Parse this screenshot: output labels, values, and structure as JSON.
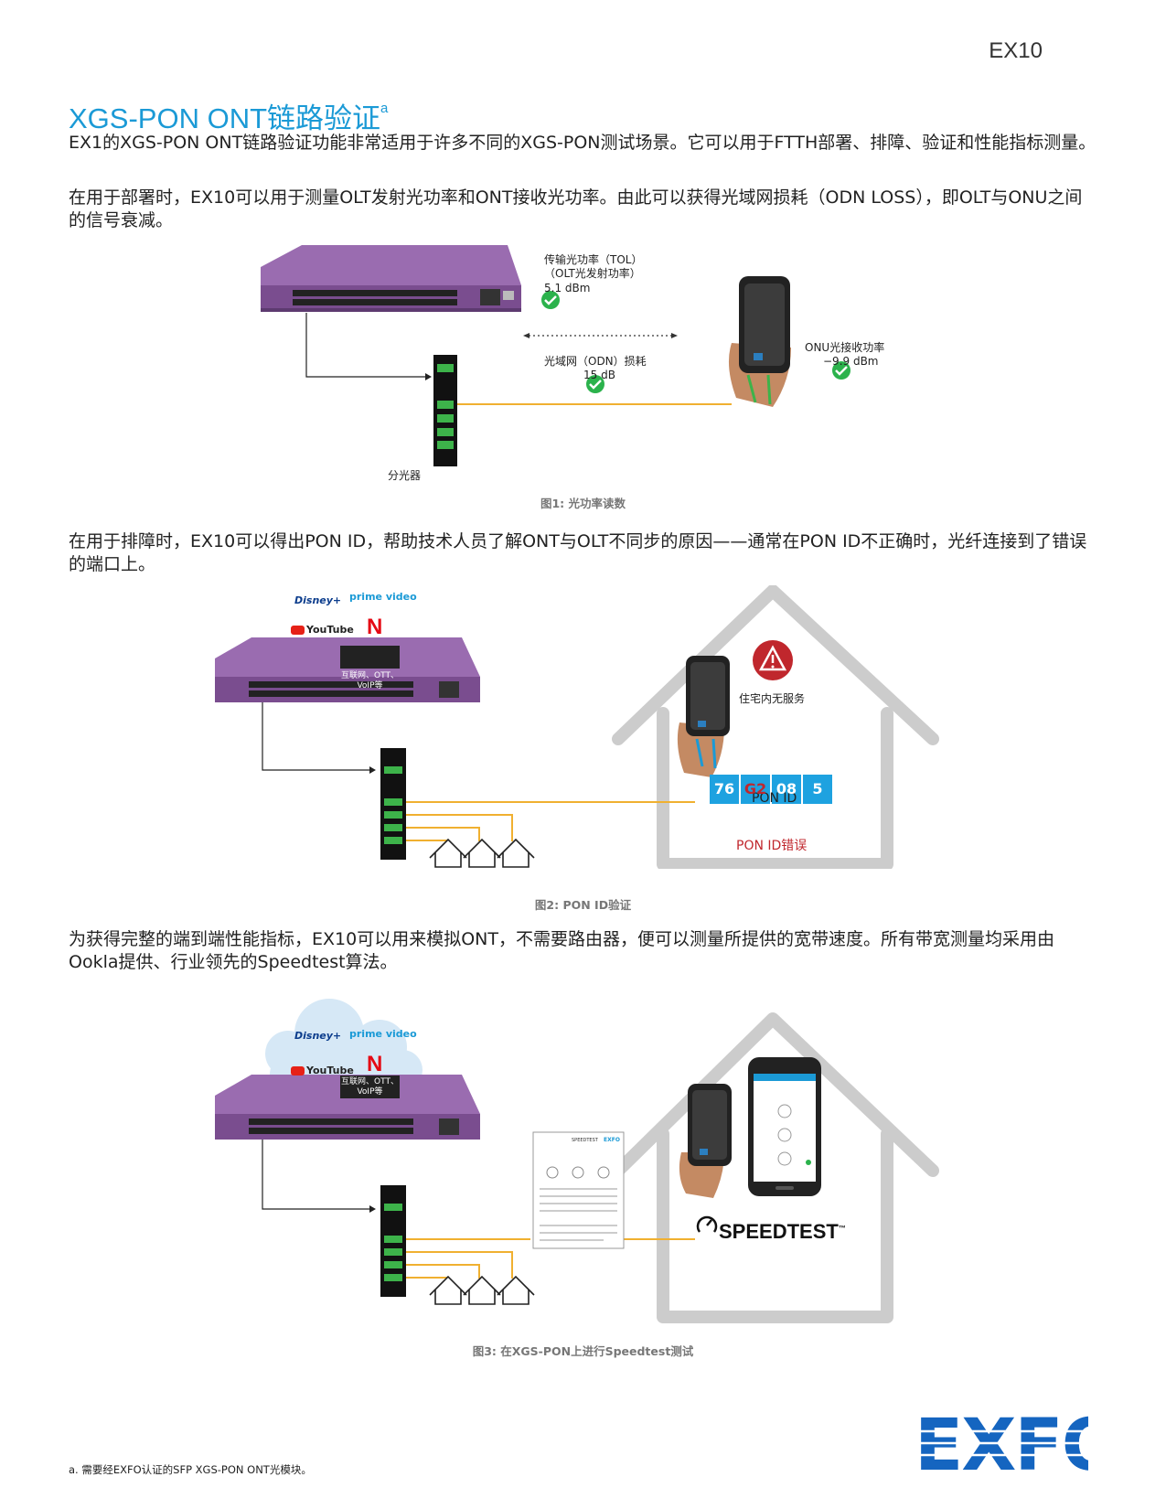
{
  "header": {
    "product": "EX10"
  },
  "section": {
    "title": "XGS-PON ONT链路验证",
    "title_sup": "a",
    "paragraphs": [
      "EX1的XGS-PON ONT链路验证功能非常适用于许多不同的XGS-PON测试场景。它可以用于FTTH部署、排障、验证和性能指标测量。",
      "在用于部署时，EX10可以用于测量OLT发射光功率和ONT接收光功率。由此可以获得光域网损耗（ODN LOSS），即OLT与ONU之间的信号衰减。",
      "在用于排障时，EX10可以得出PON ID，帮助技术人员了解ONT与OLT不同步的原因——通常在PON ID不正确时，光纤连接到了错误的端口上。",
      "为获得完整的端到端性能指标，EX10可以用来模拟ONT，不需要路由器，便可以测量所提供的宽带速度。所有带宽测量均采用由Ookla提供、行业领先的Speedtest算法。"
    ]
  },
  "figure1": {
    "tol_line1": "传输光功率（TOL）",
    "tol_line2": "（OLT光发射功率）",
    "tol_value": "5.1 dBm",
    "odn_label": "光域网（ODN）损耗",
    "odn_value": "15 dB",
    "onu_label": "ONU光接收功率",
    "onu_value": "−9.9 dBm",
    "splitter_label": "分光器",
    "caption": "图1: 光功率读数"
  },
  "figure2": {
    "services": [
      "Disney+",
      "prime video",
      "YouTube",
      "N"
    ],
    "traffic_label_1": "互联网、OTT、",
    "traffic_label_2": "VoIP等",
    "no_service": "住宅内无服务",
    "pon_id_label": "PON ID",
    "pon_id_cells": [
      "76",
      "G2",
      "08",
      "5"
    ],
    "pon_id_error": "PON ID错误",
    "caption": "图2: PON ID验证"
  },
  "figure3": {
    "services": [
      "Disney+",
      "prime video",
      "YouTube",
      "N"
    ],
    "traffic_label_1": "互联网、OTT、",
    "traffic_label_2": "VoIP等",
    "report_title": "SPEEDTEST",
    "report_brand": "EXFO",
    "speedtest_brand": "SPEEDTEST",
    "caption": "图3: 在XGS-PON上进行Speedtest测试"
  },
  "footer": {
    "footnote": "a. 需要经EXFO认证的SFP XGS-PON ONT光模块。",
    "logo": "EXFO"
  },
  "colors": {
    "title_blue": "#1b9ad6",
    "olt_purple": "#7a4d8f",
    "fiber_yellow": "#f0b030",
    "check_green": "#2bb24c",
    "pon_blue": "#1ea2e0",
    "pon_error_red": "#c0272d",
    "house_gray": "#cccccc",
    "logo_blue": "#1565c0"
  }
}
